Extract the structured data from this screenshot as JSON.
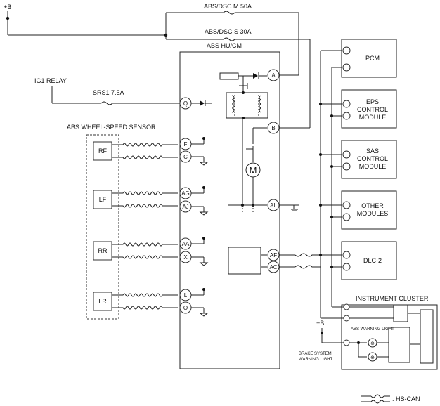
{
  "power": {
    "batt_label": "+B",
    "ig1_label": "IG1 RELAY"
  },
  "fuses": {
    "abs_dsc_m": "ABS/DSC M 50A",
    "abs_dsc_s": "ABS/DSC S 30A",
    "srs1": "SRS1 7.5A"
  },
  "unit": {
    "title": "ABS HU/CM",
    "motor": "M",
    "pins": [
      "A",
      "Q",
      "B",
      "F",
      "C",
      "AG",
      "AJ",
      "AA",
      "X",
      "L",
      "O",
      "AL",
      "AF",
      "AC"
    ]
  },
  "sensor": {
    "title": "ABS WHEEL-SPEED SENSOR",
    "wheels": [
      "RF",
      "LF",
      "RR",
      "LR"
    ]
  },
  "modules": [
    {
      "lines": [
        "PCM"
      ]
    },
    {
      "lines": [
        "EPS",
        "CONTROL",
        "MODULE"
      ]
    },
    {
      "lines": [
        "SAS",
        "CONTROL",
        "MODULE"
      ]
    },
    {
      "lines": [
        "OTHER",
        "MODULES"
      ]
    },
    {
      "lines": [
        "DLC-2"
      ]
    }
  ],
  "cluster": {
    "title": "INSTRUMENT CLUSTER",
    "abs_light": "ABS WARNING LIGHT",
    "brake_light_line1": "BRAKE SYSTEM",
    "brake_light_line2": "WARNING LIGHT",
    "supply": "+B"
  },
  "legend": {
    "hs_can": ": HS-CAN"
  }
}
